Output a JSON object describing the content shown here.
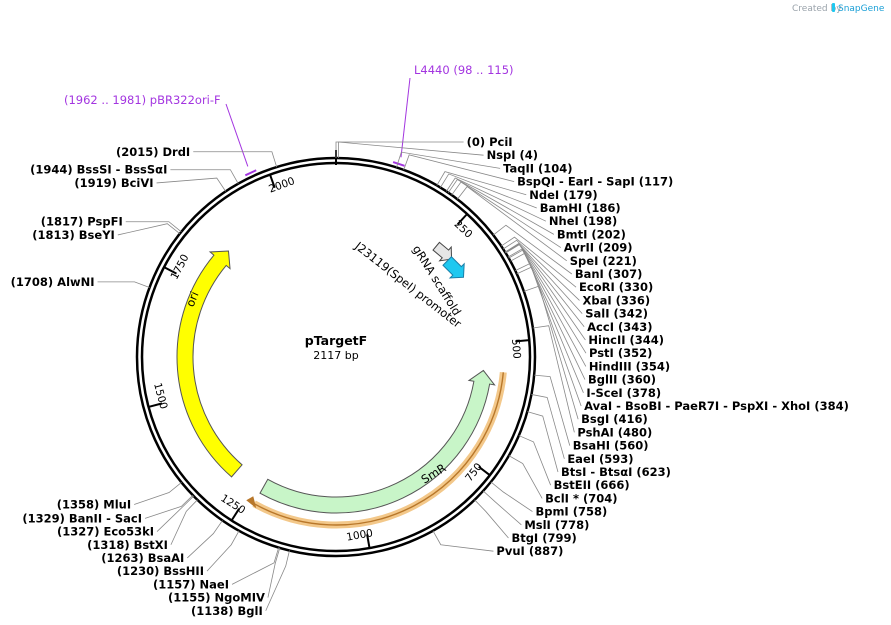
{
  "header": {
    "created_by": "Created by",
    "brand": "SnapGene"
  },
  "plasmid": {
    "name": "pTargetF",
    "size_label": "2117 bp",
    "length": 2117
  },
  "colors": {
    "ori": "#ffff00",
    "smr": "#c8f5c8",
    "smr_highlight": "#f3c88a",
    "promoter": "#e6e6e6",
    "grna": "#1ec8f0",
    "primer": "#a335e0"
  },
  "position_ticks": [
    {
      "pos": 250,
      "label": "250"
    },
    {
      "pos": 500,
      "label": "500"
    },
    {
      "pos": 750,
      "label": "750"
    },
    {
      "pos": 1000,
      "label": "1000"
    },
    {
      "pos": 1250,
      "label": "1250"
    },
    {
      "pos": 1500,
      "label": "1500"
    },
    {
      "pos": 1750,
      "label": "1750"
    },
    {
      "pos": 2000,
      "label": "2000"
    }
  ],
  "features": [
    {
      "name": "ori",
      "type": "ori",
      "start": 1300,
      "end": 1850,
      "direction": "cw"
    },
    {
      "name": "SmR",
      "type": "cds",
      "start": 560,
      "end": 1230,
      "direction": "ccw"
    },
    {
      "name": "J23119(SpeI) promoter",
      "type": "promoter",
      "start": 250,
      "end": 285,
      "direction": "cw"
    },
    {
      "name": "gRNA scaffold",
      "type": "misc",
      "start": 290,
      "end": 340,
      "direction": "cw"
    }
  ],
  "primers": [
    {
      "name": "L4440",
      "range": "(98 .. 115)",
      "pos": 106
    },
    {
      "name": "pBR322ori-F",
      "range": "(1962 .. 1981)",
      "pos": 1971
    }
  ],
  "sites": [
    {
      "pos": 0,
      "text": "(0) PciI"
    },
    {
      "pos": 4,
      "text": "NspI (4)"
    },
    {
      "pos": 104,
      "text": "TaqII (104)"
    },
    {
      "pos": 117,
      "text": "BspQI - EarI - SapI (117)"
    },
    {
      "pos": 179,
      "text": "NdeI (179)"
    },
    {
      "pos": 186,
      "text": "BamHI (186)"
    },
    {
      "pos": 198,
      "text": "NheI (198)"
    },
    {
      "pos": 202,
      "text": "BmtI (202)"
    },
    {
      "pos": 209,
      "text": "AvrII (209)"
    },
    {
      "pos": 221,
      "text": "SpeI (221)"
    },
    {
      "pos": 307,
      "text": "BanI (307)"
    },
    {
      "pos": 330,
      "text": "EcoRI (330)"
    },
    {
      "pos": 336,
      "text": "XbaI (336)"
    },
    {
      "pos": 342,
      "text": "SalI (342)"
    },
    {
      "pos": 343,
      "text": "AccI (343)"
    },
    {
      "pos": 344,
      "text": "HincII (344)"
    },
    {
      "pos": 352,
      "text": "PstI (352)"
    },
    {
      "pos": 354,
      "text": "HindIII (354)"
    },
    {
      "pos": 360,
      "text": "BglII (360)"
    },
    {
      "pos": 378,
      "text": "I-SceI (378)"
    },
    {
      "pos": 384,
      "text": "AvaI - BsoBI - PaeR7I - PspXI - XhoI (384)"
    },
    {
      "pos": 416,
      "text": "BsgI (416)"
    },
    {
      "pos": 480,
      "text": "PshAI (480)"
    },
    {
      "pos": 560,
      "text": "BsaHI (560)"
    },
    {
      "pos": 593,
      "text": "EaeI (593)"
    },
    {
      "pos": 623,
      "text": "BtsI - BtsαI (623)"
    },
    {
      "pos": 666,
      "text": "BstEII (666)"
    },
    {
      "pos": 704,
      "text": "BclI * (704)"
    },
    {
      "pos": 758,
      "text": "BpmI (758)"
    },
    {
      "pos": 778,
      "text": "MslI (778)"
    },
    {
      "pos": 799,
      "text": "BtgI (799)"
    },
    {
      "pos": 887,
      "text": "PvuI (887)"
    },
    {
      "pos": 1138,
      "text": "(1138) BglI"
    },
    {
      "pos": 1155,
      "text": "(1155) NgoMIV"
    },
    {
      "pos": 1157,
      "text": "(1157) NaeI"
    },
    {
      "pos": 1230,
      "text": "(1230) BssHII"
    },
    {
      "pos": 1263,
      "text": "(1263) BsaAI"
    },
    {
      "pos": 1318,
      "text": "(1318) BstXI"
    },
    {
      "pos": 1327,
      "text": "(1327) Eco53kI"
    },
    {
      "pos": 1329,
      "text": "(1329) BanII - SacI"
    },
    {
      "pos": 1358,
      "text": "(1358) MluI"
    },
    {
      "pos": 1708,
      "text": "(1708) AlwNI"
    },
    {
      "pos": 1813,
      "text": "(1813) BseYI"
    },
    {
      "pos": 1817,
      "text": "(1817) PspFI"
    },
    {
      "pos": 1919,
      "text": "(1919) BciVI"
    },
    {
      "pos": 1944,
      "text": "(1944) BssSI - BssSαI"
    },
    {
      "pos": 2015,
      "text": "(2015) DrdI"
    }
  ]
}
